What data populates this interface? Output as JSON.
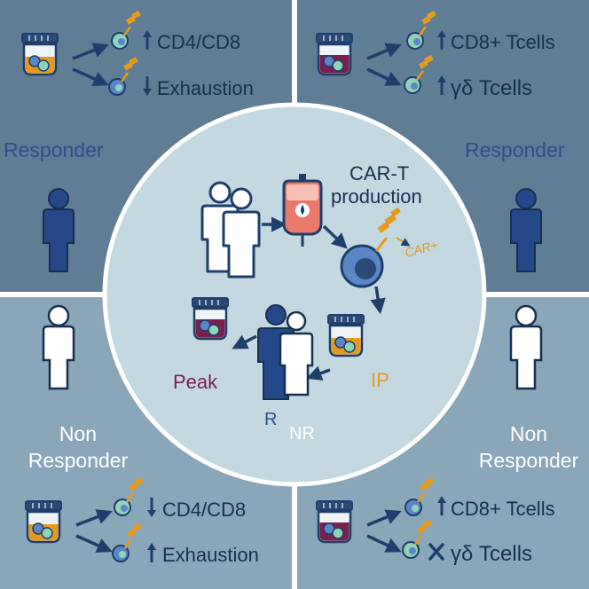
{
  "colors": {
    "quad_top_left": "#5f7d95",
    "quad_top_right": "#5f7d95",
    "quad_bottom_left": "#8aa6b9",
    "quad_bottom_right": "#8aa6b9",
    "circle": "#c3d8e0",
    "navy": "#1f3f6b",
    "dark_text": "#17304f",
    "responder_text": "#2e4f8a",
    "peak": "#7a1f4e",
    "ip_orange": "#e69a1d",
    "bag_red": "#e8796b",
    "cell_green": "#8fd3b8",
    "cell_blue": "#5b86c5"
  },
  "quadrants": {
    "top_left": {
      "label": "Responder",
      "line1": {
        "arrow": "up",
        "text": "CD4/CD8"
      },
      "line2": {
        "arrow": "down",
        "text": "Exhaustion"
      }
    },
    "top_right": {
      "label": "Responder",
      "line1": {
        "arrow": "up",
        "text": "CD8+ Tcells"
      },
      "line2": {
        "arrow": "up",
        "text": "γδ Tcells"
      }
    },
    "bottom_left": {
      "label_line1": "Non",
      "label_line2": "Responder",
      "line1": {
        "arrow": "down",
        "text": "CD4/CD8"
      },
      "line2": {
        "arrow": "up",
        "text": "Exhaustion"
      }
    },
    "bottom_right": {
      "label_line1": "Non",
      "label_line2": "Responder",
      "line1": {
        "arrow": "up",
        "text": "CD8+ Tcells"
      },
      "line2": {
        "arrow": "cross",
        "text": "γδ Tcells"
      }
    }
  },
  "center": {
    "title_line1": "CAR-T",
    "title_line2": "production",
    "car_label": "CAR+",
    "peak_label": "Peak",
    "ip_label": "IP",
    "r_label": "R",
    "nr_label": "NR"
  }
}
